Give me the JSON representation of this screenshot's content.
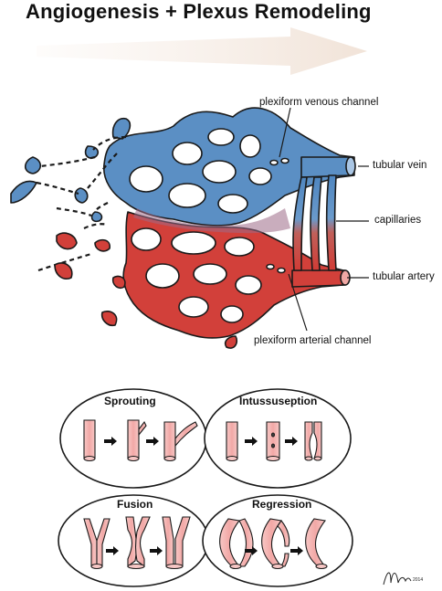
{
  "title": "Angiogenesis + Plexus Remodeling",
  "labels": {
    "venous_channel": "plexiform venous channel",
    "vein": "tubular vein",
    "capillaries": "capillaries",
    "artery": "tubular artery",
    "arterial_channel": "plexiform arterial channel"
  },
  "panels": {
    "sprouting": "Sprouting",
    "intussusception": "Intussuseption",
    "fusion": "Fusion",
    "regression": "Regression"
  },
  "colors": {
    "venous": "#5b8fc4",
    "arterial": "#d2403a",
    "vessel_pink": "#f3b6b4",
    "arrow": "#f4e9e0"
  },
  "icons": [
    "progress-arrow",
    "step-arrow"
  ],
  "signature": "M 2014"
}
